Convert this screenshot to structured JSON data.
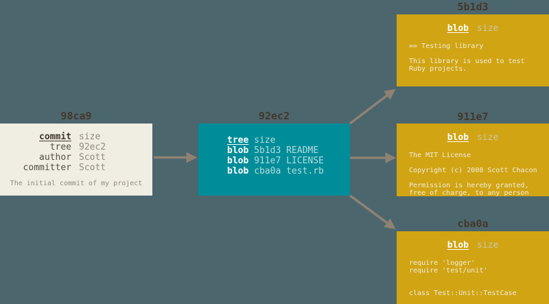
{
  "colors": {
    "background": "#4c666e",
    "commit_box": "#f0ede3",
    "tree_box": "#008d9a",
    "blob_box": "#d0a413",
    "object_label": "#44382a",
    "arrow": "#8e8273",
    "commit_key_text": "#564e41",
    "commit_value_text": "#908b7e",
    "tree_light_text": "#b7dbdb",
    "white_text": "#ffffff",
    "blob_body_text": "#f2edda"
  },
  "objects": {
    "commit": {
      "label": "98ca9",
      "rows": [
        {
          "key": "commit",
          "value": "size"
        },
        {
          "key": "tree",
          "value": "92ec2"
        },
        {
          "key": "author",
          "value": "Scott"
        },
        {
          "key": "committer",
          "value": "Scott"
        }
      ],
      "note": "The initial commit of my project"
    },
    "tree": {
      "label": "92ec2",
      "rows": [
        {
          "key": "tree",
          "rest": "size"
        },
        {
          "key": "blob",
          "rest": "5b1d3 README"
        },
        {
          "key": "blob",
          "rest": "911e7 LICENSE"
        },
        {
          "key": "blob",
          "rest": "cba0a test.rb"
        }
      ]
    },
    "blobs": [
      {
        "label": "5b1d3",
        "type": "blob",
        "size_label": "size",
        "body": "== Testing library\n\nThis library is used to test\nRuby projects."
      },
      {
        "label": "911e7",
        "type": "blob",
        "size_label": "size",
        "body": "The MIT License\n\nCopyright (c) 2008 Scott Chacon\n\nPermission is hereby granted,\nfree of charge, to any person"
      },
      {
        "label": "cba0a",
        "type": "blob",
        "size_label": "size",
        "body": "require 'logger'\nrequire 'test/unit'\n\n\nclass Test::Unit::TestCase"
      }
    ]
  }
}
